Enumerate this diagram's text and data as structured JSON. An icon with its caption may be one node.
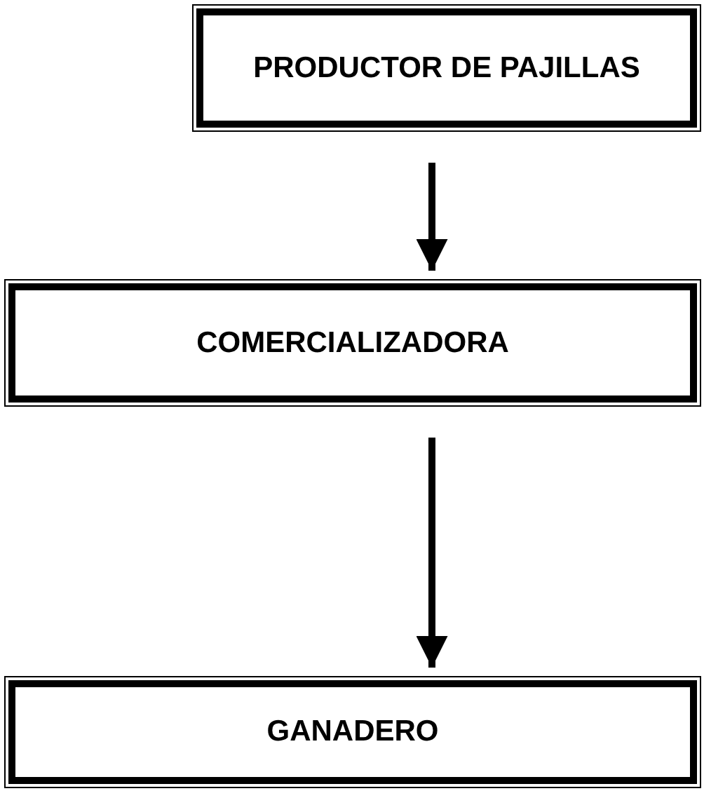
{
  "diagram": {
    "nodes": [
      {
        "text": [
          "PRODUCTOR DE PAJILLAS"
        ]
      },
      {
        "text": [
          "COMERCIALIZADORA"
        ]
      },
      {
        "text": [
          "GANADERO"
        ]
      }
    ],
    "edges": [
      {
        "from": 0,
        "to": 1,
        "arrow": "to"
      },
      {
        "from": 1,
        "to": 2,
        "arrow": "to"
      }
    ]
  }
}
